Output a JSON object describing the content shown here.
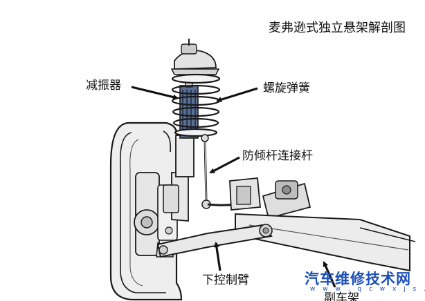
{
  "title": "麦弗逊式独立悬架解剖图",
  "labels": {
    "shock_absorber": "减振器",
    "coil_spring": "螺旋弹簧",
    "anti_roll_link": "防倾杆连接杆",
    "lower_control_arm": "下控制臂",
    "subframe": "副车架"
  },
  "watermark": {
    "text": "汽车维修技术网",
    "url": "w w w . q c w x j s . c o m",
    "color": "#1b4fb8"
  }
}
